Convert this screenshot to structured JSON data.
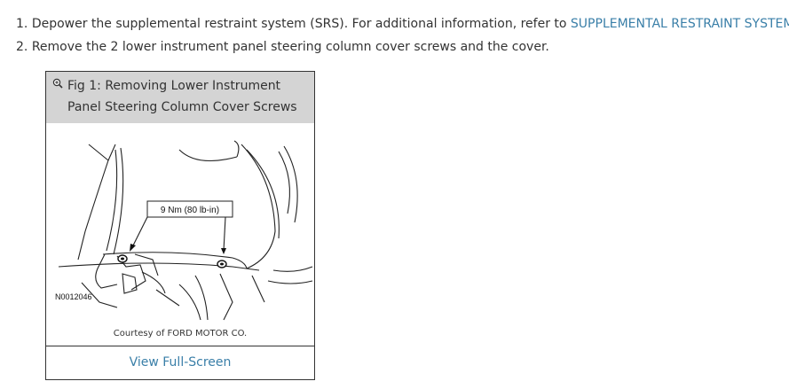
{
  "steps": [
    {
      "number": "1.",
      "text": "Depower the supplemental restraint system (SRS). For additional information, refer to",
      "link": "SUPPLEMENTAL RESTRAINT SYSTEM",
      "after": "."
    },
    {
      "number": "2.",
      "text": "Remove the 2 lower instrument panel steering column cover screws and the cover."
    }
  ],
  "figure": {
    "zoom_icon": "magnifier-plus-icon",
    "title": "Fig 1: Removing Lower Instrument Panel Steering Column Cover Screws",
    "callout": "9 Nm (80 lb-in)",
    "figure_code": "N0012046",
    "courtesy": "Courtesy of FORD MOTOR CO.",
    "view_full_label": "View Full-Screen"
  },
  "colors": {
    "link": "#3a7fa8",
    "text": "#333333",
    "header_bg": "#d4d4d4"
  }
}
